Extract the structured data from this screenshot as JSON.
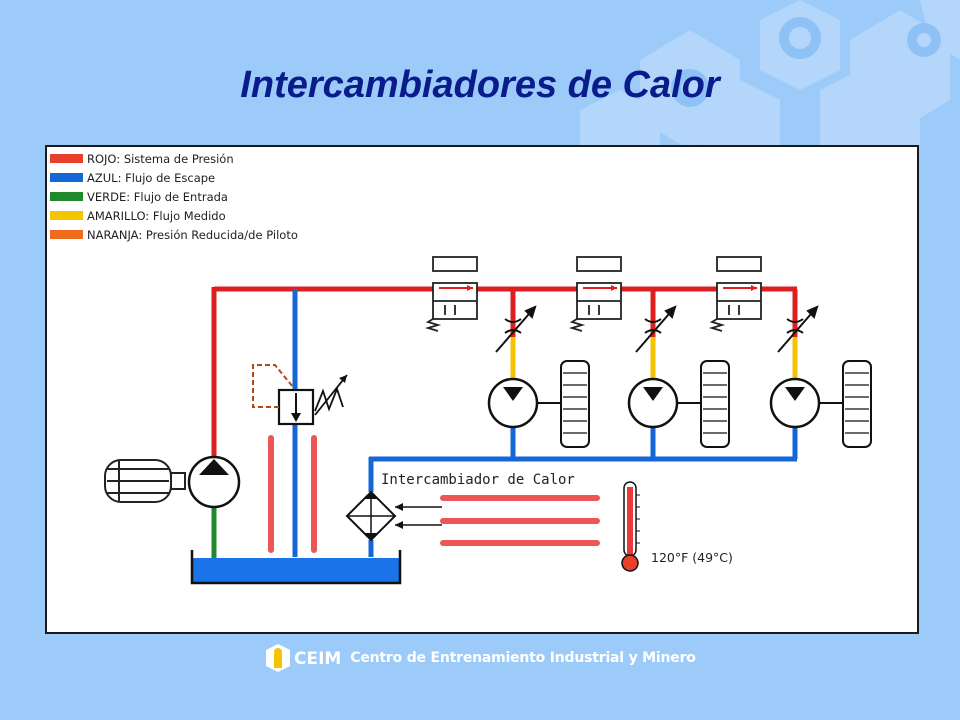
{
  "slide": {
    "title": "Intercambiadores de Calor"
  },
  "legend": [
    {
      "label": "ROJO: Sistema de Presión",
      "color": "#e8402a"
    },
    {
      "label": "AZUL: Flujo de Escape",
      "color": "#1566d6"
    },
    {
      "label": "VERDE: Flujo de Entrada",
      "color": "#1f8a2b"
    },
    {
      "label": "AMARILLO: Flujo Medido",
      "color": "#f5c400"
    },
    {
      "label": "NARANJA: Presión Reducida/de Piloto",
      "color": "#f06b1e"
    }
  ],
  "diagram": {
    "heat_exchanger_label": "Intercambiador de Calor",
    "temperature_label": "120°F (49°C)"
  },
  "footer": {
    "logo_text": "CEIM",
    "organization": "Centro de Entrenamiento Industrial y Minero"
  },
  "colors": {
    "background": "#9ccbfa",
    "title": "#0a1b8c",
    "pressure_line": "#dd1f1f",
    "return_line": "#1566d6",
    "metered_line": "#f5c400",
    "pilot_line": "#b04a1a",
    "reservoir": "#1a73e8"
  }
}
